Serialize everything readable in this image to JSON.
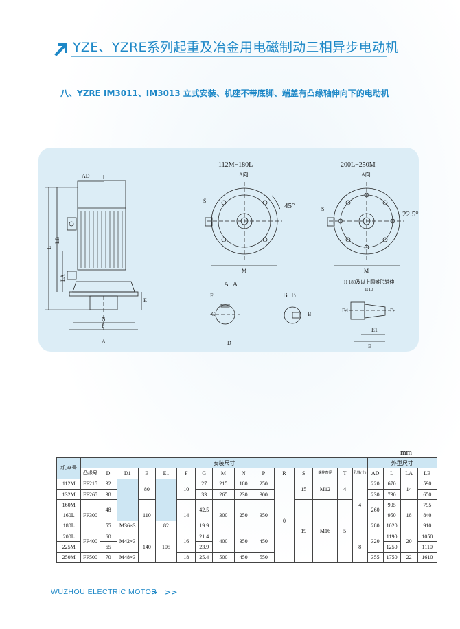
{
  "title": "YZE、YZRE系列起重及冶金用电磁制动三相异步电动机",
  "section": "八、YZRE IM3011、IM3013 立式安装、机座不带底脚、端盖有凸缘轴伸向下的电动机",
  "drawing": {
    "label_range1": "112M−180L",
    "label_range2": "200L−250M",
    "a_dir": "A向",
    "angle1": "45°",
    "angle2": "22.5°",
    "aa": "A−A",
    "bb": "B−B",
    "h180_note": "H 180及以上圆锥形轴伸",
    "taper": "1:10",
    "dims": {
      "AD": "AD",
      "LB": "LB",
      "L": "L",
      "LA": "LA",
      "E": "E",
      "E1": "E1",
      "N": "N",
      "P": "P",
      "M": "M",
      "S": "S",
      "D": "D",
      "D1": "D1",
      "G": "G",
      "F": "F",
      "B": "B",
      "R": "R",
      "A": "A",
      "T": "T"
    }
  },
  "unit": "mm",
  "table": {
    "header1": {
      "frame": "机座号",
      "install": "安装尺寸",
      "outline": "外型尺寸"
    },
    "header2": [
      "凸缘号",
      "D",
      "D1",
      "E",
      "E1",
      "F",
      "G",
      "M",
      "N",
      "P",
      "R",
      "S",
      "螺栓直径",
      "T",
      "孔数(个)",
      "AD",
      "L",
      "LA",
      "LB"
    ],
    "rows": [
      {
        "frame": "112M",
        "flange": "FF215",
        "D": "32",
        "E": "80",
        "F": "10",
        "G": "27",
        "M": "215",
        "N": "180",
        "P": "250",
        "S": "15",
        "bolt": "M12",
        "T": "4",
        "AD": "220",
        "L": "670",
        "LA": "14",
        "LB": "590"
      },
      {
        "frame": "132M",
        "flange": "FF265",
        "D": "38",
        "G": "33",
        "M": "265",
        "N": "230",
        "P": "300",
        "AD": "230",
        "L": "730",
        "LB": "650"
      },
      {
        "frame": "160M",
        "flange": "FF300",
        "D": "48",
        "E": "110",
        "F": "14",
        "G": "42.5",
        "M": "300",
        "N": "250",
        "P": "350",
        "holes": "4",
        "AD": "260",
        "L": "905",
        "LA": "18",
        "LB": "795"
      },
      {
        "frame": "160L",
        "L": "950",
        "LB": "840"
      },
      {
        "frame": "180L",
        "D": "55",
        "D1": "M36×3",
        "E1": "82",
        "G": "19.9",
        "R": "0",
        "S": "19",
        "bolt": "M16",
        "T": "5",
        "AD": "280",
        "L": "1020",
        "LB": "910"
      },
      {
        "frame": "200L",
        "flange": "FF400",
        "D": "60",
        "D1": "M42×3",
        "E": "140",
        "E1": "105",
        "F": "16",
        "G": "21.4",
        "M": "400",
        "N": "350",
        "P": "450",
        "holes": "8",
        "AD": "320",
        "L": "1190",
        "LA": "20",
        "LB": "1050"
      },
      {
        "frame": "225M",
        "D": "65",
        "G": "23.9",
        "L": "1250",
        "LB": "1110"
      },
      {
        "frame": "250M",
        "flange": "FF500",
        "D": "70",
        "D1": "M48×3",
        "F": "18",
        "G": "25.4",
        "M": "500",
        "N": "450",
        "P": "550",
        "AD": "355",
        "L": "1750",
        "LA": "22",
        "LB": "1610"
      }
    ]
  },
  "footer": "WUZHOU ELECTRIC MOTOR",
  "colors": {
    "accent": "#1e88c7",
    "panel": "#dcedf6",
    "cell": "#cde6f3"
  }
}
